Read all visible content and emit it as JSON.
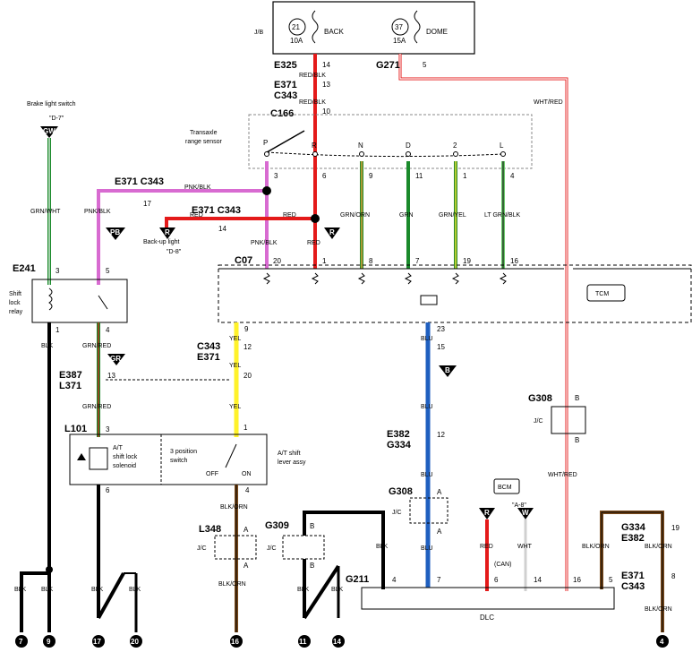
{
  "fuses": {
    "jb_label": "J/B",
    "back": {
      "number": "21",
      "amp": "10A",
      "name": "BACK"
    },
    "dome": {
      "number": "37",
      "amp": "15A",
      "name": "DOME"
    }
  },
  "connectors": {
    "e325": "E325",
    "e325_pin": "14",
    "g271": "G271",
    "g271_pin": "5",
    "e371_top": "E371",
    "e371_top_pin": "13",
    "c343_top": "C343",
    "c166": "C166",
    "c166_pin": "10",
    "e371_c343_pnk": "E371 C343",
    "e371_c343_pnk_pin": "17",
    "e371_c343_red": "E371 C343",
    "e371_c343_red_pin": "14",
    "c07": "C07",
    "c07_pin": "20",
    "e241": "E241",
    "c343_yel": "C343",
    "c343_yel_pin": "12",
    "e371_yel": "E371",
    "e371_yel_pin": "20",
    "e387": "E387",
    "e387_pin": "13",
    "l371": "L371",
    "l101": "L101",
    "e382": "E382",
    "e382_pin": "12",
    "g334": "G334",
    "g308_top": "G308",
    "g308_bot": "G308",
    "l348": "L348",
    "g309": "G309",
    "g211": "G211",
    "g334_right": "G334",
    "g334_right_pin": "19",
    "e382_right": "E382",
    "e371_right": "E371",
    "e371_right_pin": "8",
    "c343_right": "C343"
  },
  "wires": {
    "red_blk": "RED/BLK",
    "wht_red": "WHT/RED",
    "grn_wht": "GRN/WHT",
    "pnk_blk": "PNK/BLK",
    "red": "RED",
    "grn_orn": "GRN/ORN",
    "grn": "GRN",
    "grn_yel": "GRN/YEL",
    "lt_grn_blk": "LT GRN/BLK",
    "blk": "BLK",
    "grn_red": "GRN/RED",
    "yel": "YEL",
    "blu": "BLU",
    "blk_orn": "BLK/ORN",
    "wht": "WHT"
  },
  "components": {
    "brake_switch": "Brake light switch",
    "brake_ref": "\"D-7\"",
    "transaxle": "Transaxle range sensor",
    "positions": [
      "P",
      "R",
      "N",
      "D",
      "2",
      "L"
    ],
    "backup_light": "Back-up light",
    "backup_ref": "\"D-8\"",
    "shift_lock_relay": "Shift lock relay",
    "tcm": "TCM",
    "at_solenoid": "A/T shift lock solenoid",
    "pos_switch": "3 position switch",
    "off": "OFF",
    "on": "ON",
    "lever_assy": "A/T shift lever assy",
    "jc": "J/C",
    "bcm": "BCM",
    "bcm_ref": "\"A-8\"",
    "can": "(CAN)",
    "dlc": "DLC"
  },
  "pins": {
    "sensor": [
      "3",
      "6",
      "9",
      "11",
      "1",
      "4"
    ],
    "tcm_top": [
      "1",
      "8",
      "7",
      "19",
      "16"
    ],
    "relay_3": "3",
    "relay_5": "5",
    "relay_1": "1",
    "relay_4": "4",
    "tcm_yel": "9",
    "tcm_blu": "23",
    "blu_15": "15",
    "yel_1": "1",
    "sol_3": "3",
    "sol_6": "6",
    "sw_4": "4",
    "A": "A",
    "B": "B",
    "dlc": [
      "4",
      "7",
      "6",
      "14",
      "16",
      "5"
    ]
  },
  "badges": {
    "gw": "GW",
    "pb": "PB",
    "r": "R",
    "gr": "GR",
    "b": "B",
    "w": "W"
  },
  "grounds": [
    "7",
    "9",
    "17",
    "20",
    "16",
    "11",
    "14",
    "4"
  ]
}
